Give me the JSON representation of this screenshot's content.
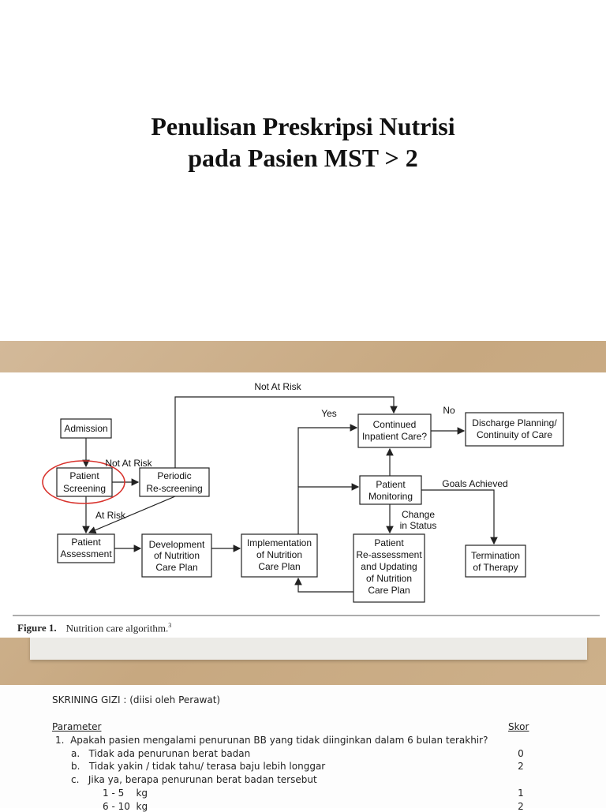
{
  "title": {
    "line1": "Penulisan Preskripsi Nutrisi",
    "line2": "pada Pasien MST > 2"
  },
  "diagram": {
    "nodes": {
      "admission": "Admission",
      "patient_screening": [
        "Patient",
        "Screening"
      ],
      "periodic_rescreening": [
        "Periodic",
        "Re-screening"
      ],
      "patient_assessment": [
        "Patient",
        "Assessment"
      ],
      "development_plan": [
        "Development",
        "of Nutrition",
        "Care Plan"
      ],
      "implementation_plan": [
        "Implementation",
        "of Nutrition",
        "Care Plan"
      ],
      "reassessment": [
        "Patient",
        "Re-assessment",
        "and Updating",
        "of Nutrition",
        "Care Plan"
      ],
      "patient_monitoring": [
        "Patient",
        "Monitoring"
      ],
      "continued_care": [
        "Continued",
        "Inpatient Care?"
      ],
      "discharge": [
        "Discharge Planning/",
        "Continuity of Care"
      ],
      "termination": [
        "Termination",
        "of Therapy"
      ]
    },
    "labels": {
      "not_at_risk_top": "Not At Risk",
      "not_at_risk_mid": "Not At Risk",
      "at_risk": "At Risk",
      "yes": "Yes",
      "no": "No",
      "goals_achieved": "Goals Achieved",
      "change_status": [
        "Change",
        "in Status"
      ]
    },
    "caption": {
      "figure": "Figure 1.",
      "text": "Nutrition care algorithm.",
      "sup": "3"
    },
    "highlight_color": "#d8322c"
  },
  "form": {
    "heading": "SKRINING GIZI : (diisi oleh Perawat)",
    "parameter_label": "Parameter",
    "skor_label": "Skor",
    "question1": "1.  Apakah pasien mengalami penurunan BB yang tidak diinginkan dalam 6 bulan terakhir?",
    "options": [
      {
        "text": "a.   Tidak ada penurunan berat badan",
        "score": "0"
      },
      {
        "text": "b.   Tidak yakin / tidak tahu/ terasa baju lebih longgar",
        "score": "2"
      },
      {
        "text": "c.   Jika ya, berapa penurunan berat badan tersebut",
        "score": ""
      }
    ],
    "weights": [
      {
        "text": "1 - 5    kg",
        "score": "1"
      },
      {
        "text": "6 - 10  kg",
        "score": "2"
      }
    ]
  }
}
